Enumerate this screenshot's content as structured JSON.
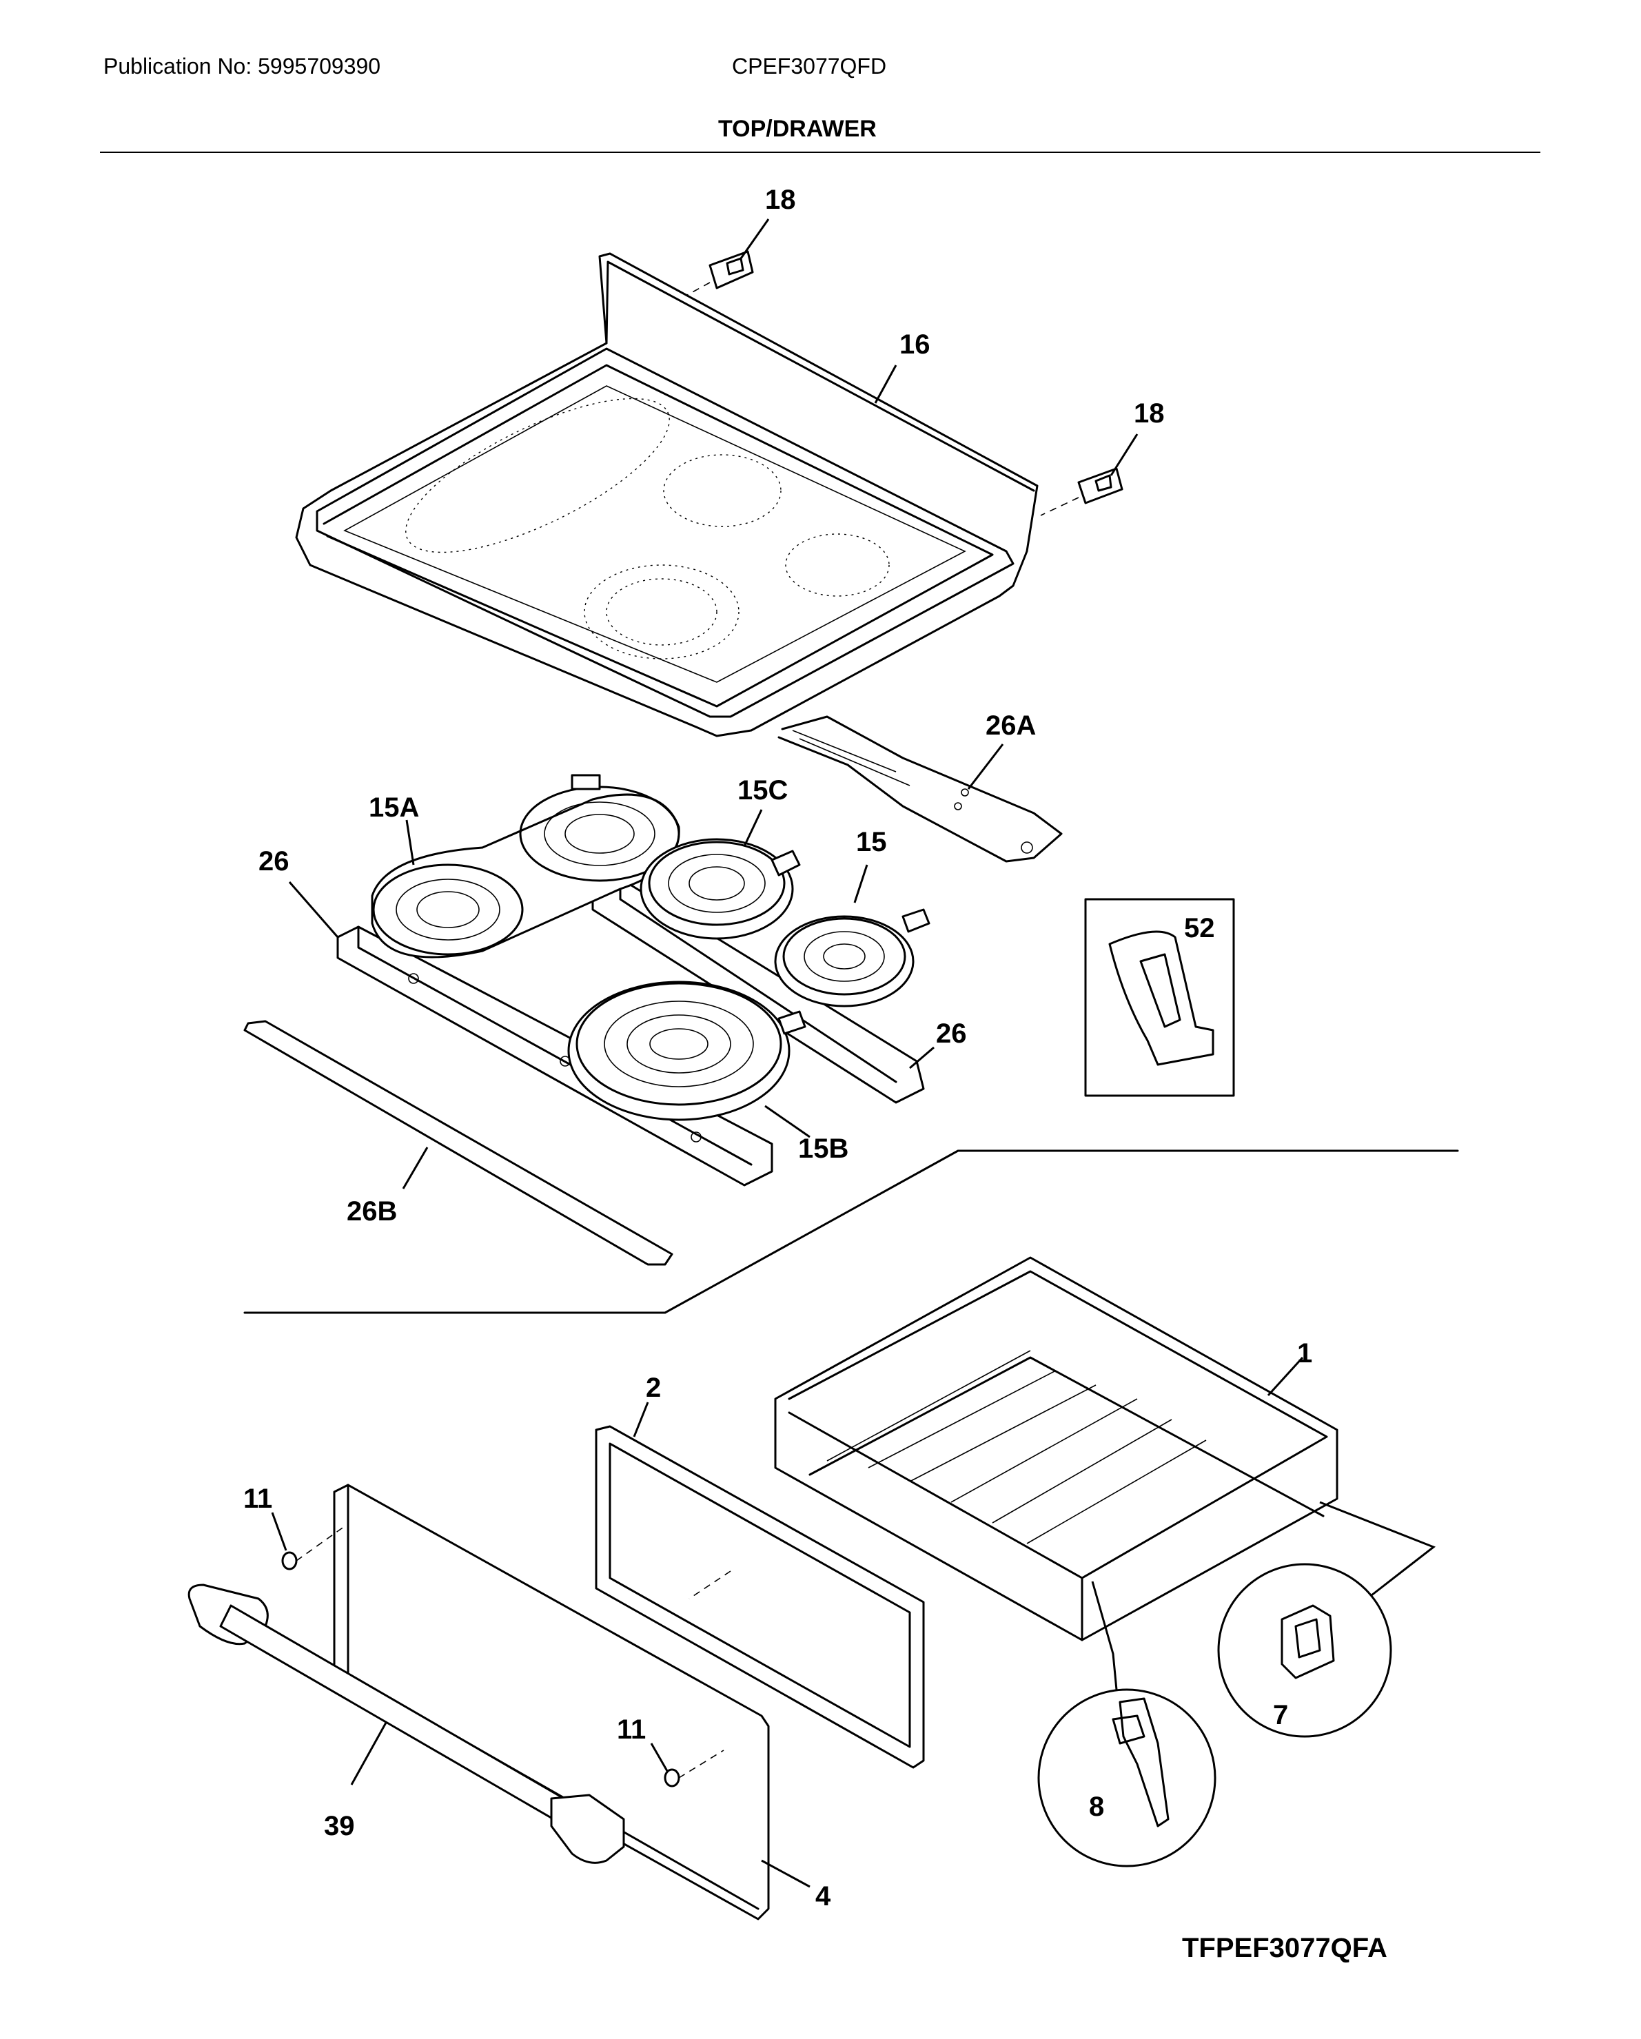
{
  "header": {
    "publication": "Publication No: 5995709390",
    "model": "CPEF3077QFD",
    "section_title": "TOP/DRAWER"
  },
  "footer": {
    "drawing_id": "TFPEF3077QFA"
  },
  "callouts": {
    "c18a": "18",
    "c16": "16",
    "c18b": "18",
    "c26a_cap": "26A",
    "c15a": "15A",
    "c15c": "15C",
    "c15": "15",
    "c26_left": "26",
    "c52": "52",
    "c26_right": "26",
    "c15b": "15B",
    "c26b": "26B",
    "c1": "1",
    "c2": "2",
    "c11a": "11",
    "c7": "7",
    "c11b": "11",
    "c8": "8",
    "c39": "39",
    "c4": "4"
  }
}
